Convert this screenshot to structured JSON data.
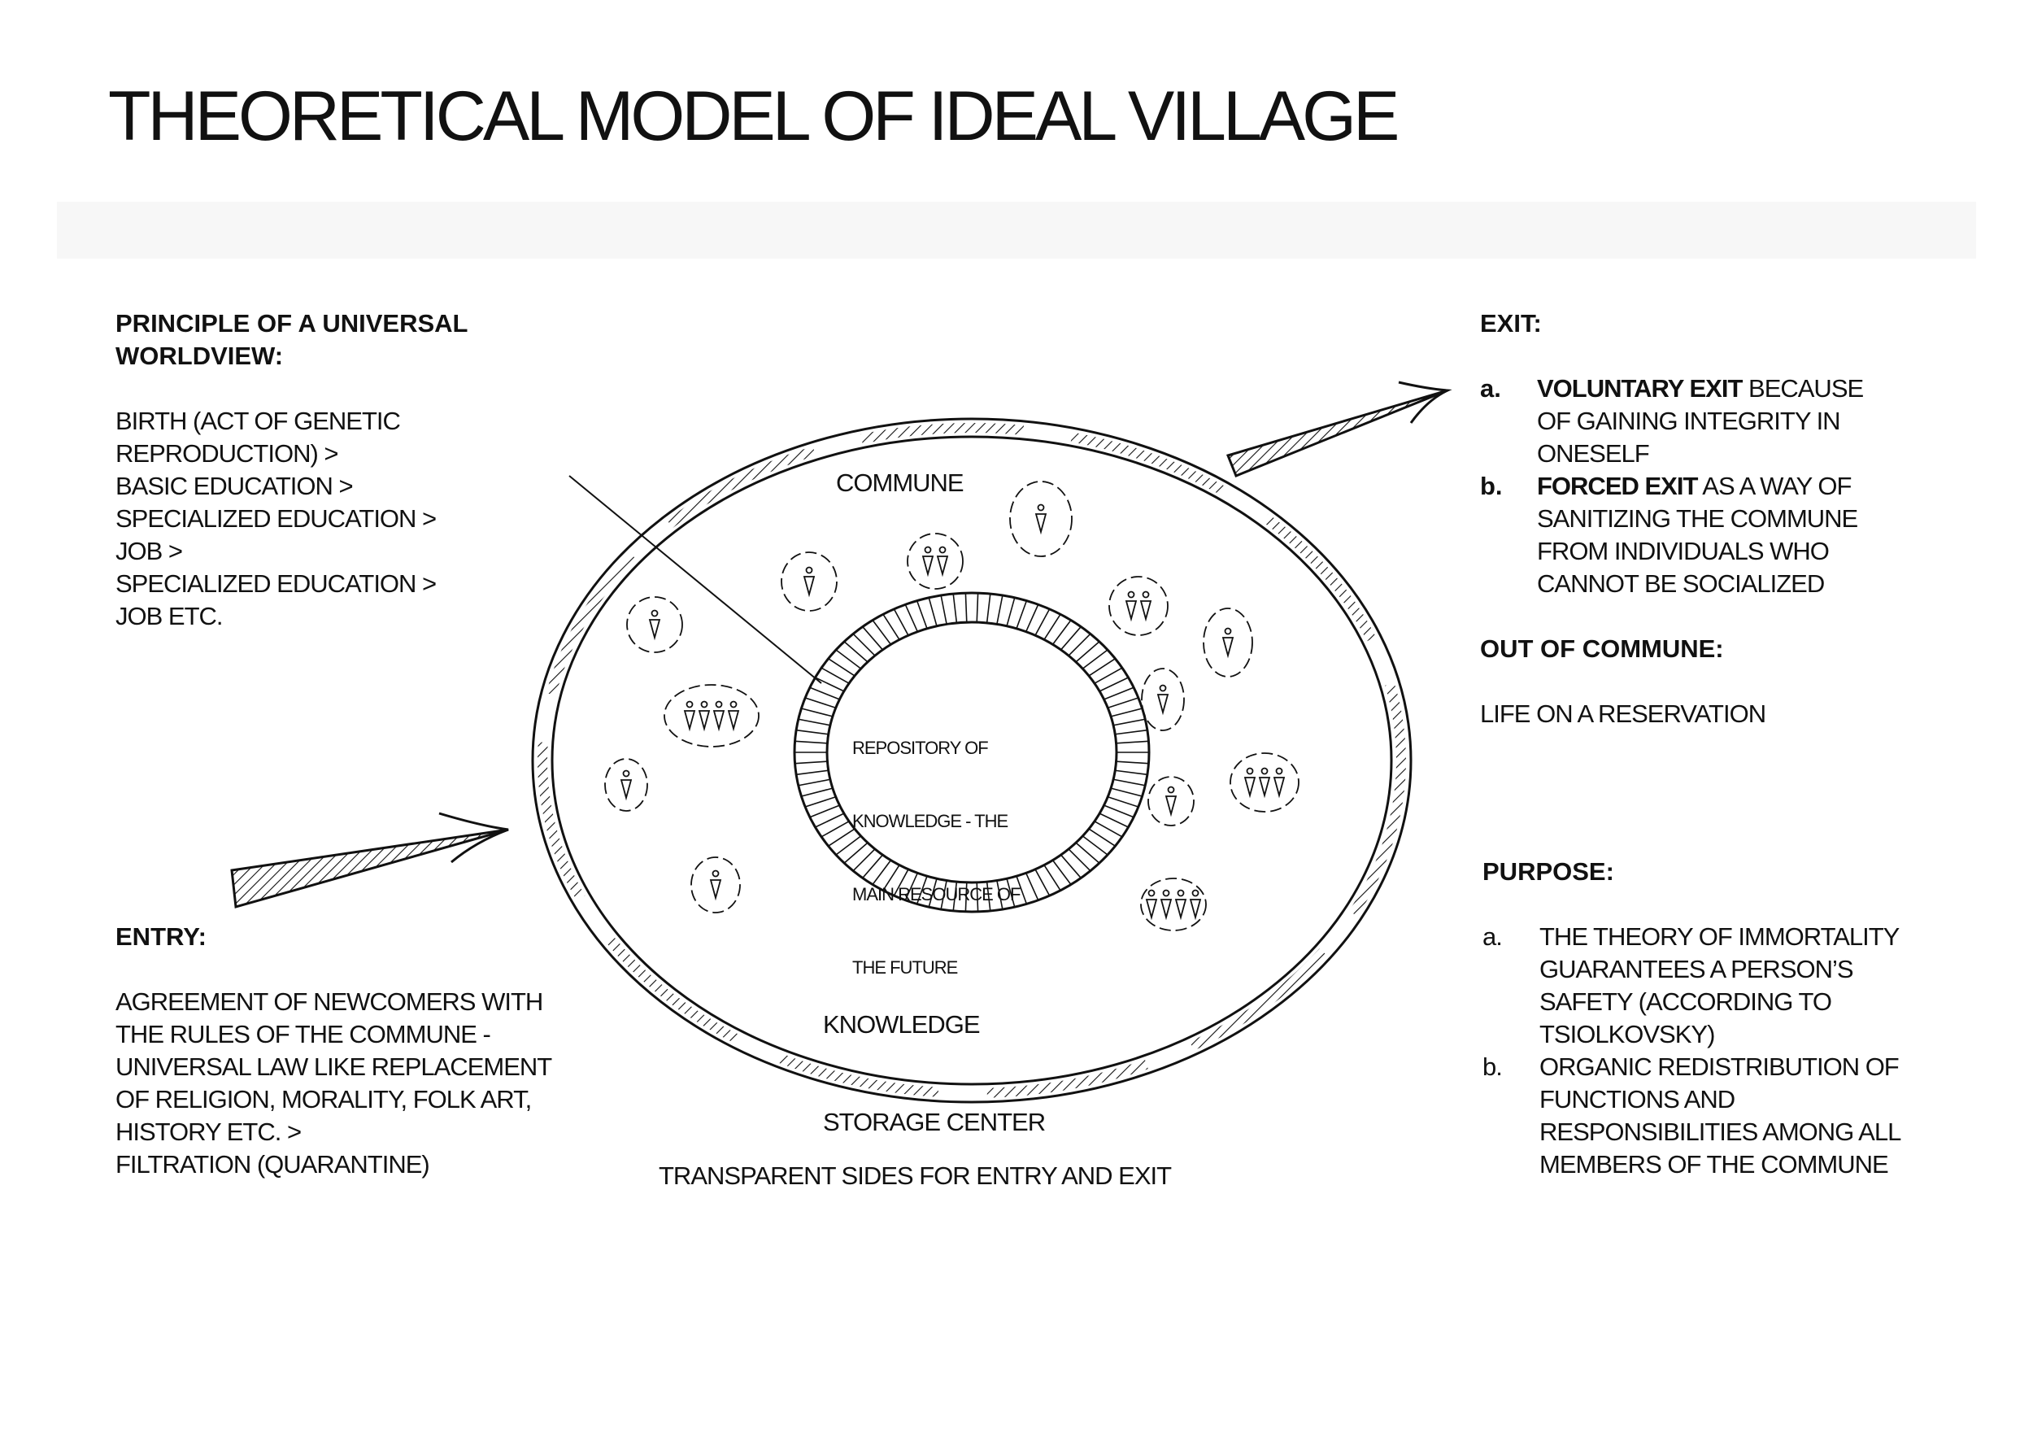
{
  "title": "THEORETICAL MODEL OF IDEAL VILLAGE",
  "principle": {
    "heading": [
      "PRINCIPLE OF A UNIVERSAL",
      "WORLDVIEW:"
    ],
    "lines": [
      "BIRTH (ACT OF GENETIC",
      "REPRODUCTION) >",
      "BASIC EDUCATION >",
      "SPECIALIZED EDUCATION >",
      "JOB >",
      "SPECIALIZED EDUCATION >",
      "JOB ETC."
    ]
  },
  "entry": {
    "heading": "ENTRY:",
    "lines": [
      "AGREEMENT OF NEWCOMERS WITH",
      "THE RULES OF THE COMMUNE -",
      "UNIVERSAL LAW LIKE REPLACEMENT",
      "OF RELIGION, MORALITY, FOLK ART,",
      "HISTORY ETC. >",
      "FILTRATION (QUARANTINE)"
    ]
  },
  "exit": {
    "heading": "EXIT:",
    "items": [
      {
        "marker": "a.",
        "strong": "VOLUNTARY EXIT",
        "rest": " BECAUSE",
        "lines": [
          "OF GAINING INTEGRITY IN",
          "ONESELF"
        ]
      },
      {
        "marker": "b.",
        "strong": "FORCED EXIT",
        "rest": " AS A WAY OF",
        "lines": [
          "SANITIZING THE COMMUNE",
          "FROM INDIVIDUALS WHO",
          "CANNOT BE SOCIALIZED"
        ]
      }
    ],
    "out_heading": "OUT OF COMMUNE:",
    "out_text": "LIFE ON A RESERVATION"
  },
  "purpose": {
    "heading": "PURPOSE:",
    "items": [
      {
        "marker": "a.",
        "lines": [
          "THE THEORY OF IMMORTALITY",
          "GUARANTEES A PERSON’S",
          "SAFETY (ACCORDING TO",
          "TSIOLKOVSKY)"
        ]
      },
      {
        "marker": "b.",
        "lines": [
          "ORGANIC REDISTRIBUTION OF",
          "FUNCTIONS AND",
          "RESPONSIBILITIES AMONG ALL",
          "MEMBERS OF THE COMMUNE"
        ]
      }
    ]
  },
  "diagram": {
    "commune": "COMMUNE",
    "repository": [
      "REPOSITORY OF",
      "KNOWLEDGE - THE",
      "MAIN RESOURCE OF",
      "THE FUTURE"
    ],
    "storage": [
      "KNOWLEDGE",
      "STORAGE CENTER"
    ],
    "caption": "TRANSPARENT SIDES FOR ENTRY AND EXIT"
  },
  "colors": {
    "ink": "#111111",
    "band": "#f7f7f7"
  },
  "icons": [
    "entry-arrow-icon",
    "exit-arrow-icon",
    "people-group-icon"
  ]
}
